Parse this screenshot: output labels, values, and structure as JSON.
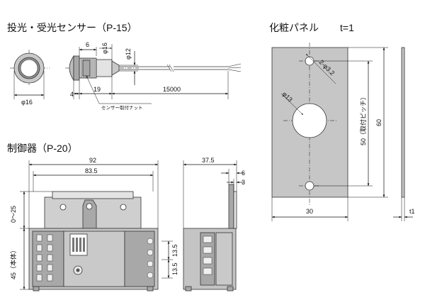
{
  "titles": {
    "sensor": "投光・受光センサー（P-15）",
    "panel": "化粧パネル",
    "panel_thickness": "t=1",
    "controller": "制御器（P-20）"
  },
  "sensor_dims": {
    "front_dia": "φ16",
    "dim_6": "6",
    "dim_phi16": "φ16",
    "dim_phi12": "φ12",
    "dim_4": "4",
    "dim_19": "19",
    "dim_15000": "15000",
    "nut_label": "センサー取付ナット"
  },
  "panel_dims": {
    "hole_small": "2-φ3.2",
    "hole_large": "φ13",
    "pitch": "50（取付ピッチ）",
    "height": "60",
    "width": "30",
    "thickness": "t1"
  },
  "controller_dims": {
    "width_92": "92",
    "width_83_5": "83.5",
    "depth_37_5": "37.5",
    "dim_6": "6",
    "dim_3": "3",
    "stroke": "0〜25",
    "body": "45（本体）",
    "dim_13_5_a": "13.5",
    "dim_13_5_b": "13.5"
  }
}
